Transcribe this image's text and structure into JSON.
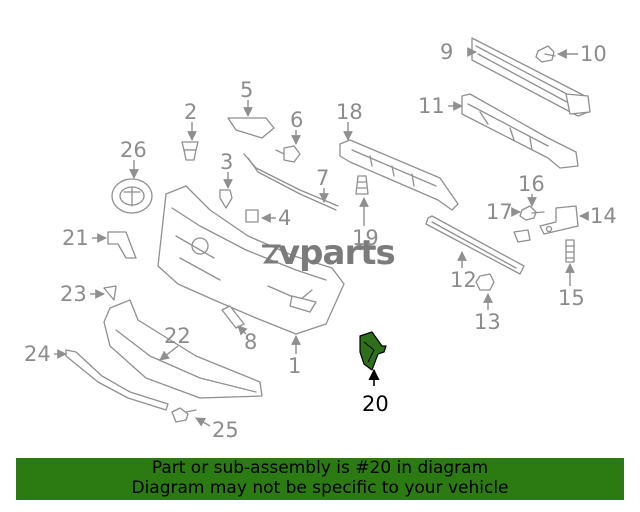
{
  "diagram": {
    "watermark": "vparts",
    "highlight_color": "#2f6e1a",
    "highlighted_callout": "20",
    "callouts": {
      "c1": "1",
      "c2": "2",
      "c3": "3",
      "c4": "4",
      "c5": "5",
      "c6": "6",
      "c7": "7",
      "c8": "8",
      "c9": "9",
      "c10": "10",
      "c11": "11",
      "c12": "12",
      "c13": "13",
      "c14": "14",
      "c15": "15",
      "c16": "16",
      "c17": "17",
      "c18": "18",
      "c19": "19",
      "c20": "20",
      "c21": "21",
      "c22": "22",
      "c23": "23",
      "c24": "24",
      "c25": "25",
      "c26": "26"
    }
  },
  "banner": {
    "line1": "Part or sub-assembly is #20 in diagram",
    "line2": "Diagram may not be specific to your vehicle",
    "background": "#2b7a12"
  }
}
